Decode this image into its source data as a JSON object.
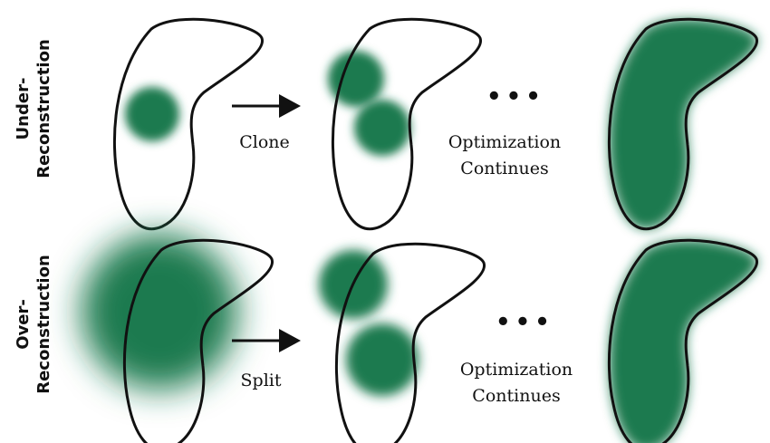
{
  "rows": [
    {
      "label_lines": [
        "Under-",
        "Reconstruction"
      ],
      "operation": "Clone",
      "continuation_lines": [
        "Optimization",
        "Continues"
      ],
      "ellipsis": "•••"
    },
    {
      "label_lines": [
        "Over-",
        "Reconstruction"
      ],
      "operation": "Split",
      "continuation_lines": [
        "Optimization",
        "Continues"
      ],
      "ellipsis": "•••"
    }
  ],
  "colors": {
    "gaussian": "#1f7a4f",
    "outline": "#111111",
    "arrow": "#111111"
  }
}
